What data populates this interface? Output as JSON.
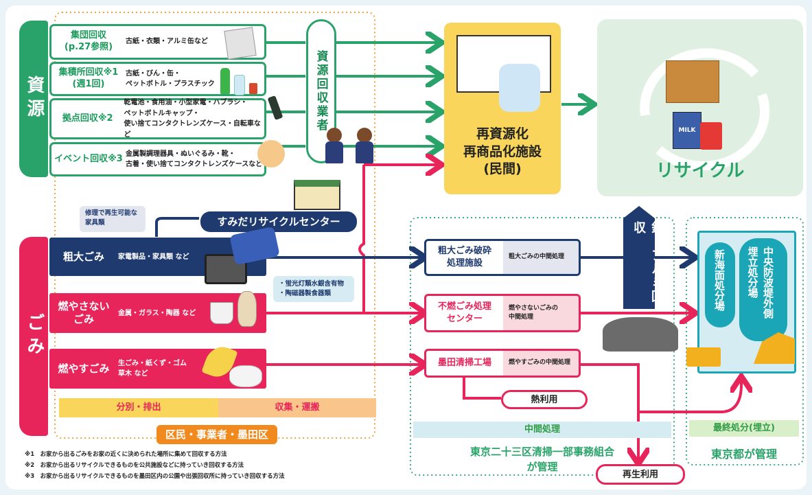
{
  "colors": {
    "green": "#2aa36a",
    "red": "#e7255a",
    "navy": "#1f3a6e",
    "yellow": "#f9d55b",
    "orange": "#f08a1f",
    "teal": "#1aa6b7",
    "lime": "#2f9c45"
  },
  "categories": {
    "resources": "資源",
    "garbage": "ごみ"
  },
  "sources": [
    {
      "title": "集団回収\n(p.27参照)",
      "desc": "古紙・衣類・アルミ缶など"
    },
    {
      "title": "集積所回収※1\n(週1回)",
      "desc": "古紙・びん・缶・\nペットボトル・プラスチック"
    },
    {
      "title": "拠点回収※2",
      "desc": "乾電池・食用油・小型家電・ハブラシ・\nペットボトルキャップ・\n使い捨てコンタクトレンズケース・自転車など"
    },
    {
      "title": "イベント回収※3",
      "desc": "金属製調理器具・ぬいぐるみ・靴・\n古着・使い捨てコンタクトレンズケースなど"
    }
  ],
  "collectors": "資源回収業者",
  "recycling_facility": {
    "line1": "再資源化",
    "line2": "再商品化施設",
    "line3": "(民間)"
  },
  "recycle_label": "リサイクル",
  "sumida_center": "すみだリサイクルセンター",
  "repair_note": "修理で再生可能な\n家具類",
  "hazard_note": "・蛍光灯類水銀含有物\n・陶磁器製食器類",
  "garbage": [
    {
      "title": "粗大ごみ",
      "desc": "家電製品・家具類 など"
    },
    {
      "title": "燃やさない\nごみ",
      "desc": "金属・ガラス・陶器 など"
    },
    {
      "title": "燃やすごみ",
      "desc": "生ごみ・紙くず・ゴム\n草木 など"
    }
  ],
  "processing": [
    {
      "name": "粗大ごみ破砕\n処理施設",
      "desc": "粗大ごみの中間処理"
    },
    {
      "name": "不燃ごみ処理\nセンター",
      "desc": "燃やさないごみの\n中間処理"
    },
    {
      "name": "墨田清掃工場",
      "desc": "燃やすごみの中間処理"
    }
  ],
  "heat_use": "熱利用",
  "reuse": "再生利用",
  "intermediate": "中間処理",
  "tokyo23": "東京二十三区清掃一部事務組合\nが管理",
  "metal_recovery": "鉄・アルミ回収",
  "landfills": [
    "新海面処分場",
    "中央防波堤外側\n埋立処分場"
  ],
  "final_disposal": "最終処分(埋立)",
  "tokyo_managed": "東京都が管理",
  "sorting": {
    "left": "分別・排出",
    "right": "収集・運搬"
  },
  "actors": "区民・事業者・墨田区",
  "notes": [
    "※1　お家から出るごみをお家の近くに決められた場所に集めて回収する方法",
    "※2　お家から出るリサイクルできるものを公共施設などに持っていき回収する方法",
    "※3　お家から出るリサイクルできるものを墨田区内の公園や出張回収所に持っていき回収する方法"
  ],
  "product_labels": {
    "milk": "MILK"
  }
}
